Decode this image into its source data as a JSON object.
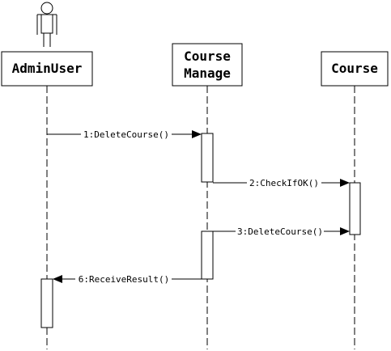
{
  "actor": {
    "label": "AdminUser"
  },
  "participants": [
    {
      "id": "courseManage",
      "label_line1": "Course",
      "label_line2": "Manage"
    },
    {
      "id": "course",
      "label": "Course"
    }
  ],
  "messages": [
    {
      "label": "1:DeleteCourse()",
      "from": "AdminUser",
      "to": "Course Manage"
    },
    {
      "label": "2:CheckIfOK()",
      "from": "Course Manage",
      "to": "Course"
    },
    {
      "label": "3:DeleteCourse()",
      "from": "Course Manage",
      "to": "Course"
    },
    {
      "label": "6:ReceiveResult()",
      "from": "Course Manage",
      "to": "AdminUser"
    }
  ]
}
